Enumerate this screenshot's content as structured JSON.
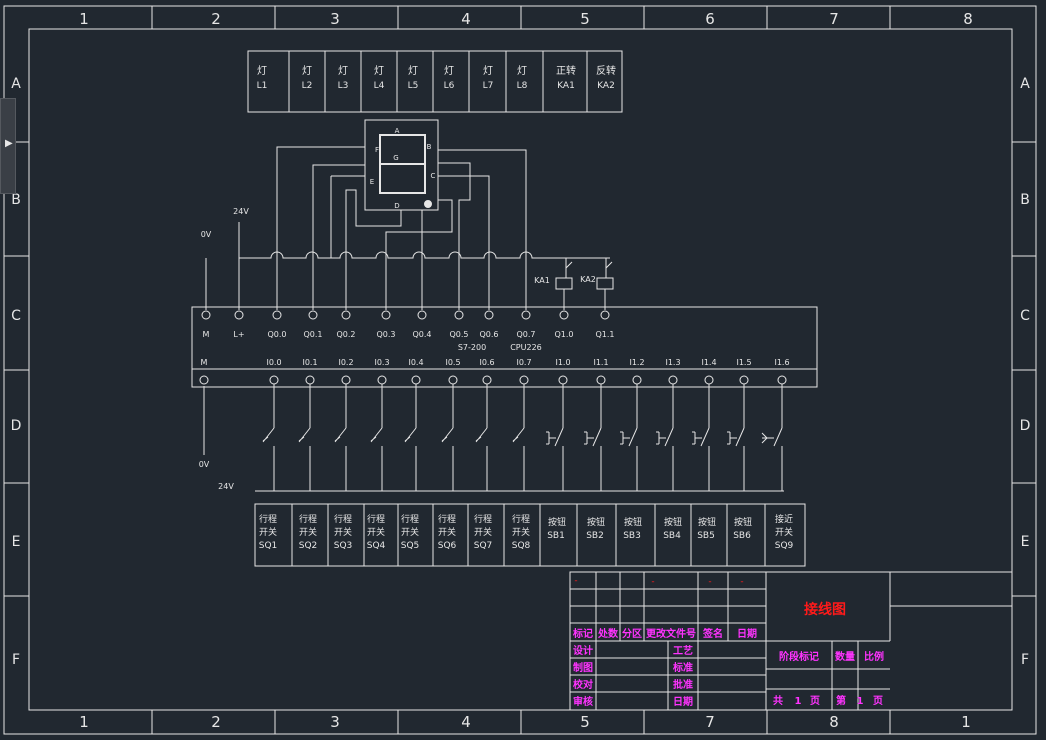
{
  "frame": {
    "columns_top": [
      "1",
      "2",
      "3",
      "4",
      "5",
      "6",
      "7",
      "8"
    ],
    "columns_bottom": [
      "1",
      "2",
      "3",
      "4",
      "5",
      "7",
      "8",
      "1"
    ],
    "rows": [
      "A",
      "B",
      "C",
      "D",
      "E",
      "F"
    ]
  },
  "outputs": [
    {
      "line1": "灯",
      "line2": "L1"
    },
    {
      "line1": "灯",
      "line2": "L2"
    },
    {
      "line1": "灯",
      "line2": "L3"
    },
    {
      "line1": "灯",
      "line2": "L4"
    },
    {
      "line1": "灯",
      "line2": "L5"
    },
    {
      "line1": "灯",
      "line2": "L6"
    },
    {
      "line1": "灯",
      "line2": "L7"
    },
    {
      "line1": "灯",
      "line2": "L8"
    },
    {
      "line1": "正转",
      "line2": "KA1"
    },
    {
      "line1": "反转",
      "line2": "KA2"
    }
  ],
  "segment_display": {
    "segments": {
      "a": "A",
      "b": "B",
      "c": "C",
      "d": "D",
      "e": "E",
      "f": "F",
      "g": "G"
    }
  },
  "voltages": {
    "zero_top": "0V",
    "v24_top": "24V",
    "zero_bottom": "0V",
    "v24_bottom": "24V"
  },
  "relays": {
    "ka1": "KA1",
    "ka2": "KA2"
  },
  "plc": {
    "model1": "S7-200",
    "model2": "CPU226",
    "out_terminals": [
      "M",
      "L+",
      "Q0.0",
      "Q0.1",
      "Q0.2",
      "Q0.3",
      "Q0.4",
      "Q0.5",
      "Q0.6",
      "Q0.7",
      "Q1.0",
      "Q1.1"
    ],
    "in_terminals": [
      "M",
      "I0.0",
      "I0.1",
      "I0.2",
      "I0.3",
      "I0.4",
      "I0.5",
      "I0.6",
      "I0.7",
      "I1.0",
      "I1.1",
      "I1.2",
      "I1.3",
      "I1.4",
      "I1.5",
      "I1.6"
    ]
  },
  "inputs": [
    {
      "lines": [
        "行程",
        "开关",
        "SQ1"
      ]
    },
    {
      "lines": [
        "行程",
        "开关",
        "SQ2"
      ]
    },
    {
      "lines": [
        "行程",
        "开关",
        "SQ3"
      ]
    },
    {
      "lines": [
        "行程",
        "开关",
        "SQ4"
      ]
    },
    {
      "lines": [
        "行程",
        "开关",
        "SQ5"
      ]
    },
    {
      "lines": [
        "行程",
        "开关",
        "SQ6"
      ]
    },
    {
      "lines": [
        "行程",
        "开关",
        "SQ7"
      ]
    },
    {
      "lines": [
        "行程",
        "开关",
        "SQ8"
      ]
    },
    {
      "lines": [
        "按钮",
        "SB1"
      ]
    },
    {
      "lines": [
        "按钮",
        "SB2"
      ]
    },
    {
      "lines": [
        "按钮",
        "SB3"
      ]
    },
    {
      "lines": [
        "按钮",
        "SB4"
      ]
    },
    {
      "lines": [
        "按钮",
        "SB5"
      ]
    },
    {
      "lines": [
        "按钮",
        "SB6"
      ]
    },
    {
      "lines": [
        "接近",
        "开关",
        "SQ9"
      ]
    }
  ],
  "title_block": {
    "drawing_title": "接线图",
    "dash": "-",
    "header": [
      "标记",
      "处数",
      "分区",
      "更改文件号",
      "签名",
      "日期"
    ],
    "left_labels": [
      "设计",
      "制图",
      "校对",
      "审核"
    ],
    "mid_labels": [
      "工艺",
      "标准",
      "批准",
      "日期"
    ],
    "stage": "阶段标记",
    "quantity": "数量",
    "scale": "比例",
    "total_prefix": "共",
    "total_value": "1",
    "total_suffix": "页",
    "sheet_prefix": "第",
    "sheet_value": "1",
    "sheet_suffix": "页"
  },
  "colors": {
    "background": "#212830",
    "line": "#e6e6e6",
    "title": "#ff1a1a",
    "label": "#ff33ff"
  }
}
